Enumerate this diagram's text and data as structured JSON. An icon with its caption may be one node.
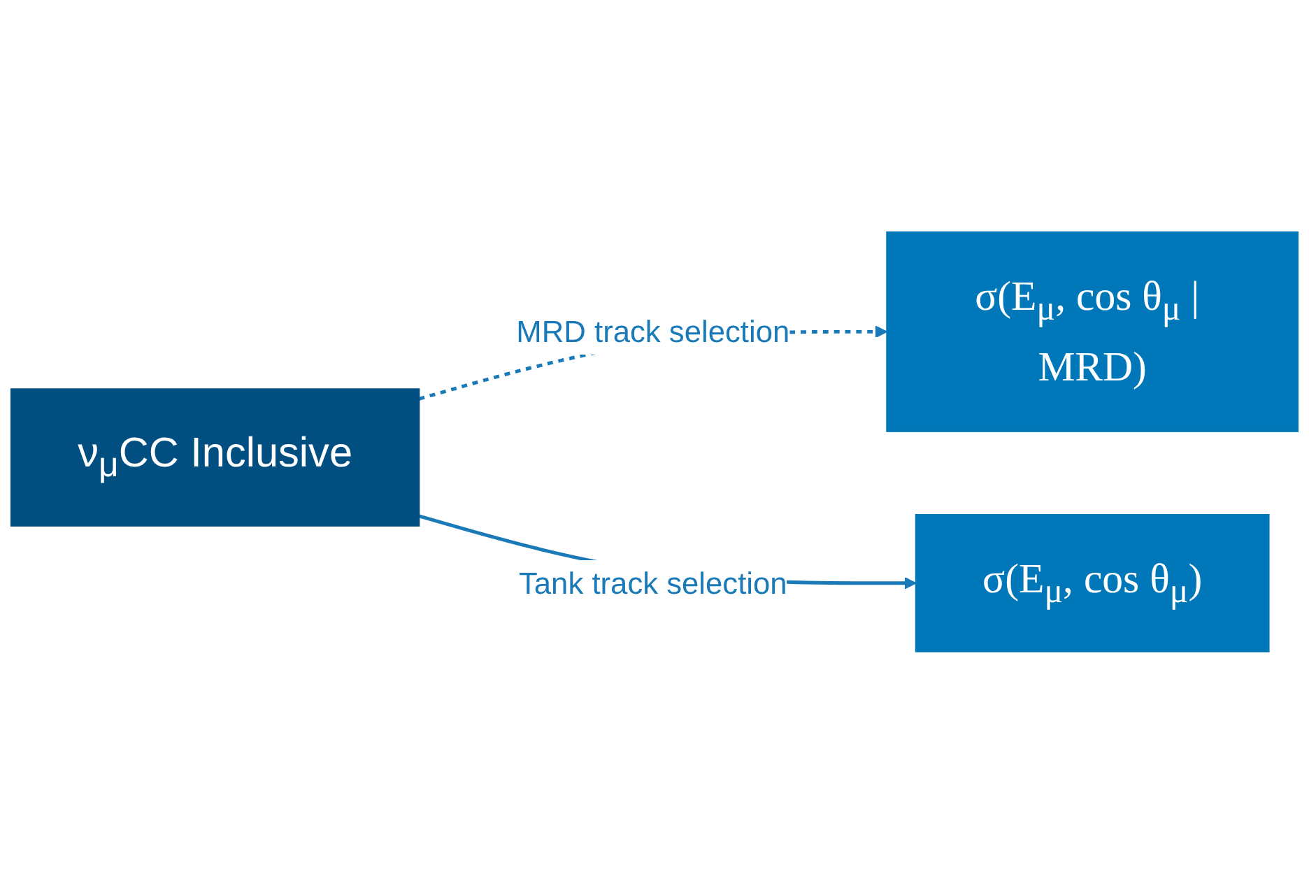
{
  "diagram": {
    "nodes": [
      {
        "text": [
          "ν$_{μ}$CC Inclusive"
        ]
      },
      {
        "text": [
          "σ(E$_{μ}$, cos θ$_{μ}$ | MRD)"
        ]
      },
      {
        "text": [
          "σ(E$_{μ}$, cos θ$_{μ}$)"
        ]
      }
    ],
    "edges": [
      {
        "from": 0,
        "to": 1,
        "arrow": "to",
        "label": "MRD track selection",
        "style": "dashed",
        "color": "#1a7ab8"
      },
      {
        "from": 0,
        "to": 2,
        "arrow": "to",
        "label": "Tank track selection",
        "color": "#1a7ab8"
      }
    ]
  }
}
